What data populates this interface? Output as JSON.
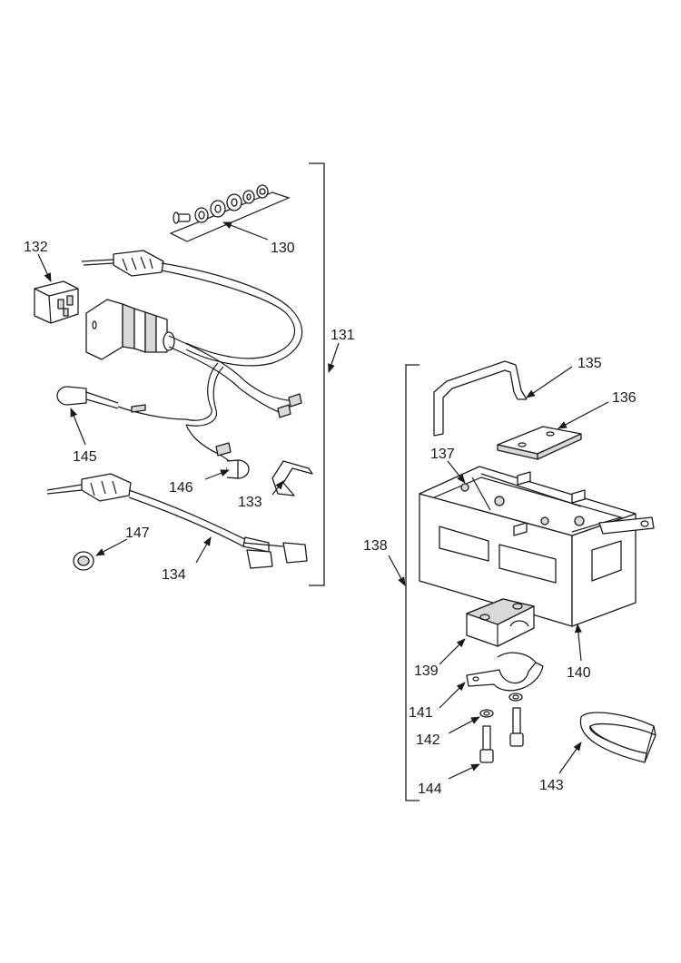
{
  "diagram": {
    "type": "exploded-parts-view",
    "callouts": [
      {
        "id": "c130",
        "label": "130"
      },
      {
        "id": "c131",
        "label": "131"
      },
      {
        "id": "c132",
        "label": "132"
      },
      {
        "id": "c133",
        "label": "133"
      },
      {
        "id": "c134",
        "label": "134"
      },
      {
        "id": "c135",
        "label": "135"
      },
      {
        "id": "c136",
        "label": "136"
      },
      {
        "id": "c137",
        "label": "137"
      },
      {
        "id": "c138",
        "label": "138"
      },
      {
        "id": "c139",
        "label": "139"
      },
      {
        "id": "c140",
        "label": "140"
      },
      {
        "id": "c141",
        "label": "141"
      },
      {
        "id": "c142",
        "label": "142"
      },
      {
        "id": "c143",
        "label": "143"
      },
      {
        "id": "c144",
        "label": "144"
      },
      {
        "id": "c145",
        "label": "145"
      },
      {
        "id": "c146",
        "label": "146"
      },
      {
        "id": "c147",
        "label": "147"
      }
    ]
  }
}
